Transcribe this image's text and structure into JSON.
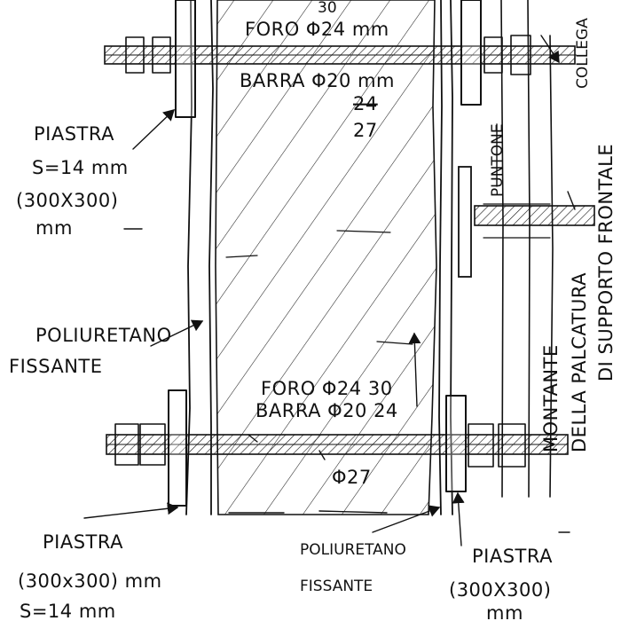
{
  "labels": {
    "top_hole": "FORO Φ24 mm",
    "top_hole_alt": "30",
    "top_bar": "BARRA Φ20 mm",
    "top_bar_alt": "24",
    "top_bar_alt2": "27",
    "collegamento": "COLLEGA",
    "left_plate_title": "PIASTRA",
    "left_plate_thickness": "S=14 mm",
    "left_plate_size_1": "(300X300)",
    "left_plate_size_2": "mm",
    "puntone": "PUNTONE",
    "front_support": "DI SUPPORTO FRONTALE",
    "post_1": "MONTANTE",
    "post_2": "DELLA PALCATURA",
    "left_foam_1": "POLIURETANO",
    "left_foam_2": "FISSANTE",
    "bottom_hole": "FORO Φ24 30",
    "bottom_bar": "BARRA Φ20 24",
    "bottom_dia": "Φ27",
    "bottom_left_plate_title": "PIASTRA",
    "bottom_left_plate_size": "(300x300) mm",
    "bottom_left_plate_thickness": "S=14 mm",
    "bottom_center_foam_1": "POLIURETANO",
    "bottom_center_foam_2": "FISSANTE",
    "bottom_right_plate_title": "PIASTRA",
    "bottom_right_plate_size": "(300X300)",
    "bottom_right_plate_unit": "mm"
  }
}
